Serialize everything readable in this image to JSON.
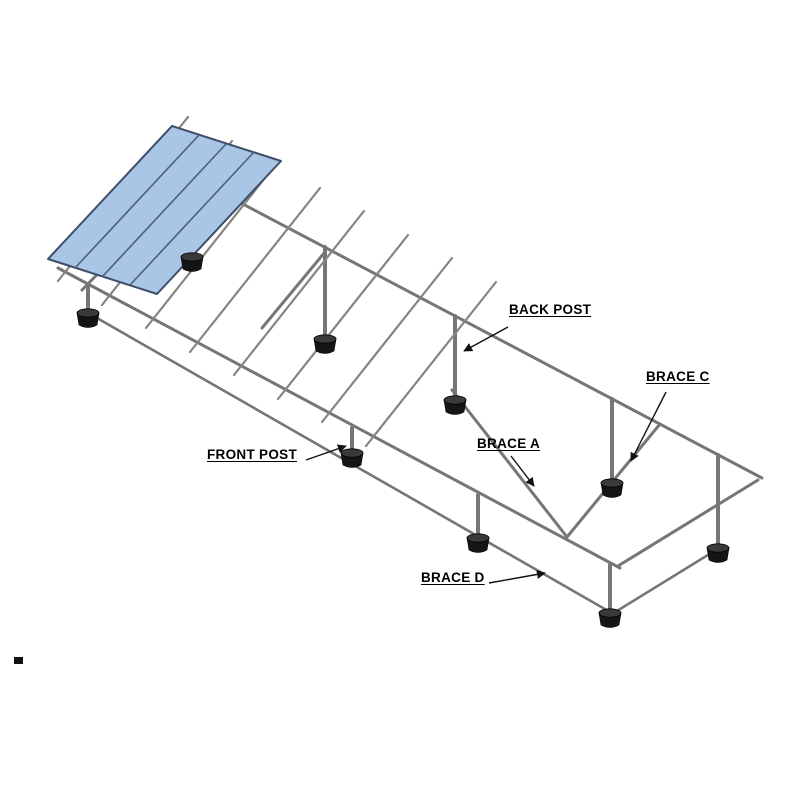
{
  "diagram": {
    "labels": {
      "back_post": "BACK POST",
      "brace_c": "BRACE C",
      "brace_a": "BRACE A",
      "front_post": "FRONT POST",
      "brace_d": "BRACE D"
    },
    "colors": {
      "background": "#ffffff",
      "panel_fill": "#a9c6e6",
      "frame": "#767676",
      "frame_light": "#848484",
      "footing": "#151515",
      "label_text": "#000000",
      "arrow": "#111111"
    }
  }
}
